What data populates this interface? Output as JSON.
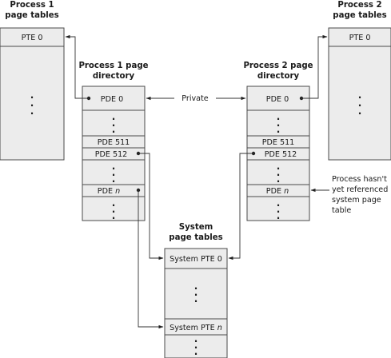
{
  "labels": {
    "p1_tables": [
      "Process 1",
      "page tables"
    ],
    "p2_tables": [
      "Process 2",
      "page tables"
    ],
    "p1_dir": [
      "Process 1 page",
      "directory"
    ],
    "p2_dir": [
      "Process 2 page",
      "directory"
    ],
    "sys_tables": [
      "System",
      "page tables"
    ],
    "private": "Private",
    "note": [
      "Process hasn't",
      "yet referenced",
      "system page",
      "table"
    ]
  },
  "entries": {
    "pte0": "PTE 0",
    "pde0": "PDE 0",
    "pde511": "PDE 511",
    "pde512": "PDE 512",
    "pden_prefix": "PDE",
    "pden_var": "n",
    "sys_pte0": "System PTE 0",
    "sys_pten_prefix": "System PTE",
    "sys_pten_var": "n"
  },
  "ellipsis": ".\n.\n."
}
